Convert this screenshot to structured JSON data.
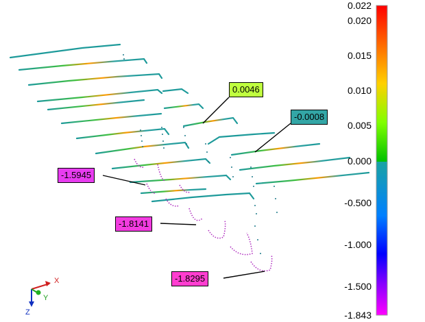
{
  "colorbar": {
    "ticks": [
      "0.022",
      "0.020",
      "0.015",
      "0.010",
      "0.005",
      "0.000",
      "-0.500",
      "-1.000",
      "-1.500",
      "-1.843"
    ],
    "positive_colors": [
      "#ff0000",
      "#ff6a00",
      "#ffd000",
      "#80ff00",
      "#00c000"
    ],
    "negative_colors": [
      "#1aa3a3",
      "#0080ff",
      "#0000ff",
      "#8a00ff",
      "#ff00ff"
    ]
  },
  "callouts": [
    {
      "label": "0.0046",
      "color": "#bfff3f"
    },
    {
      "label": "-0.0008",
      "color": "#33a6a6"
    },
    {
      "label": "-1.5945",
      "color": "#e83cf0"
    },
    {
      "label": "-1.8141",
      "color": "#f23ce0"
    },
    {
      "label": "-1.8295",
      "color": "#ff3ed0"
    }
  ],
  "axes": {
    "x_label": "X",
    "y_label": "Y",
    "z_label": "Z"
  }
}
